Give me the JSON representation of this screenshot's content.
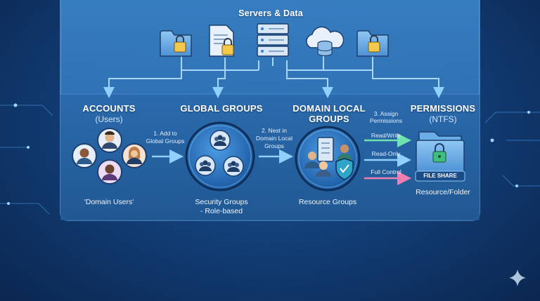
{
  "title": "Servers & Data",
  "columns": {
    "accounts": {
      "title": "ACCOUNTS",
      "subtitle": "(Users)",
      "caption": "'Domain Users'"
    },
    "global": {
      "title": "GLOBAL GROUPS",
      "caption_line1": "Security Groups",
      "caption_line2": "- Role-based"
    },
    "domain_local": {
      "title_line1": "DOMAIN LOCAL",
      "title_line2": "GROUPS",
      "caption": "Resource Groups"
    },
    "permissions": {
      "title": "PERMISSIONS",
      "subtitle": "(NTFS)",
      "caption": "Resource/Folder",
      "share_label": "FILE SHARE"
    }
  },
  "steps": {
    "step1_line1": "1. Add to",
    "step1_line2": "Global Groups",
    "step2_line1": "2. Nest in",
    "step2_line2": "Domain Local",
    "step2_line3": "Groups",
    "step3_line1": "3. Assign",
    "step3_line2": "Permissions"
  },
  "permission_levels": [
    "Read/Write",
    "Read-Only",
    "Full Control"
  ],
  "icons": [
    "locked-folder-icon",
    "locked-document-icon",
    "server-rack-icon",
    "cloud-database-icon",
    "locked-folder-icon"
  ],
  "colors": {
    "panel": "#2c6fb3",
    "arrow": "#7ec4f5",
    "green_arrow": "#5fd6a0",
    "pink_arrow": "#e86fa0",
    "circle": "#3a86d4"
  }
}
